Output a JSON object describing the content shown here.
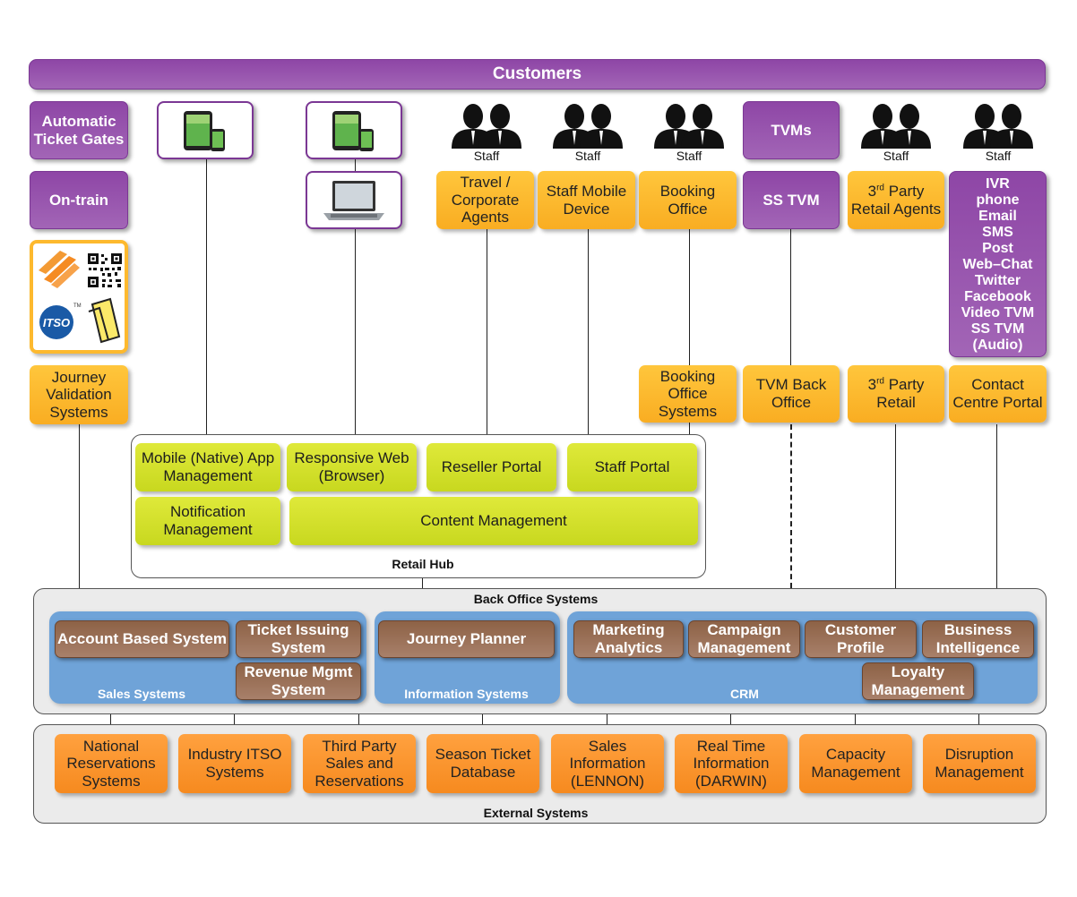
{
  "customers": "Customers",
  "channels": {
    "gates": "Automatic Ticket Gates",
    "ontrain": "On-train",
    "itso_logo": "ITSO",
    "jvs": "Journey Validation Systems",
    "tvms": "TVMs",
    "staff_label": "Staff",
    "travel_agents": "Travel / Corporate Agents",
    "staff_mobile": "Staff Mobile Device",
    "booking_office": "Booking Office",
    "ss_tvm": "SS TVM",
    "third_party_retail_agents_pre": "3",
    "third_party_retail_agents_sup": "rd",
    "third_party_retail_agents_post": " Party Retail Agents",
    "contact_channels": [
      "IVR",
      "phone",
      "Email",
      "SMS",
      "Post",
      "Web–Chat",
      "Twitter",
      "Facebook",
      "Video TVM",
      "SS TVM",
      "(Audio)"
    ],
    "booking_office_systems": "Booking Office Systems",
    "tvm_back_office": "TVM Back Office",
    "third_party_retail_pre": "3",
    "third_party_retail_sup": "rd",
    "third_party_retail_post": " Party Retail",
    "contact_centre_portal": "Contact Centre Portal"
  },
  "retail_hub": {
    "label": "Retail Hub",
    "mobile_app": "Mobile (Native) App Management",
    "responsive_web": "Responsive Web (Browser)",
    "reseller_portal": "Reseller Portal",
    "staff_portal": "Staff Portal",
    "notification": "Notification Management",
    "content": "Content Management"
  },
  "back_office": {
    "label": "Back Office Systems",
    "sales": {
      "label": "Sales Systems",
      "account_based": "Account Based System",
      "ticket_issuing": "Ticket Issuing System",
      "revenue_mgmt": "Revenue Mgmt System"
    },
    "information": {
      "label": "Information Systems",
      "journey_planner": "Journey Planner"
    },
    "crm": {
      "label": "CRM",
      "marketing": "Marketing Analytics",
      "campaign": "Campaign Management",
      "customer_profile": "Customer Profile",
      "bi": "Business Intelligence",
      "loyalty": "Loyalty Management"
    }
  },
  "external": {
    "label": "External Systems",
    "items": [
      "National Reservations Systems",
      "Industry ITSO Systems",
      "Third Party Sales and Reservations",
      "Season Ticket Database",
      "Sales Information (LENNON)",
      "Real Time Information (DARWIN)",
      "Capacity Management",
      "Disruption Management"
    ]
  },
  "colors": {
    "purple": "#9351aa",
    "yellow": "#fdb92e",
    "lime": "#d4e02a",
    "orange": "#fb962f",
    "brown": "#9a725a",
    "blue": "#6fa3d8"
  }
}
